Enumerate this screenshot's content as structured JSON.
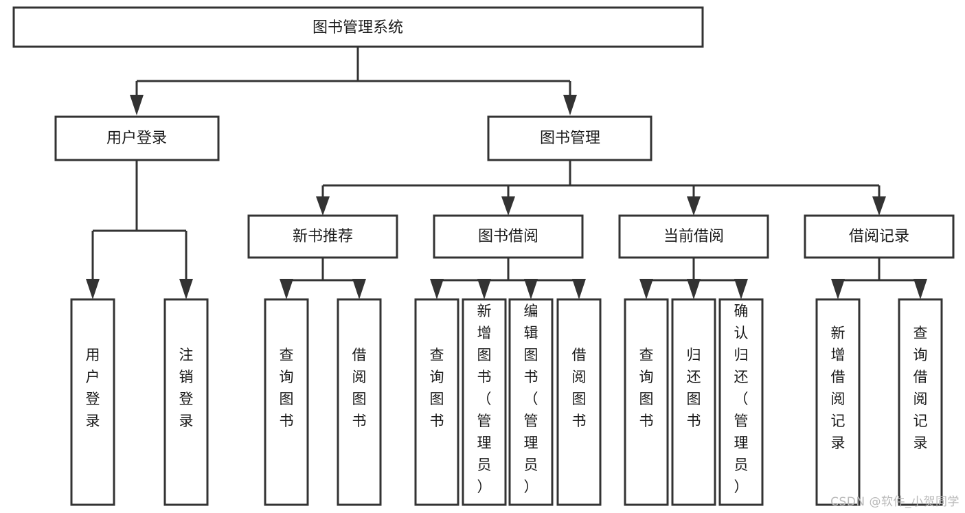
{
  "diagram": {
    "type": "tree-hierarchy-flowchart",
    "title": "图书管理系统",
    "watermark": "CSDN @软件_小贺同学",
    "colors": {
      "stroke": "#333333",
      "fill": "#ffffff",
      "text": "#1a1a1a",
      "watermark": "#b9b9b9"
    },
    "levels": {
      "root": {
        "label": "图书管理系统"
      },
      "level2": [
        {
          "label": "用户登录"
        },
        {
          "label": "图书管理"
        }
      ],
      "level3": [
        {
          "label": "新书推荐"
        },
        {
          "label": "图书借阅"
        },
        {
          "label": "当前借阅"
        },
        {
          "label": "借阅记录"
        }
      ],
      "leaves": {
        "user_login": [
          {
            "label": "用户登录"
          },
          {
            "label": "注销登录"
          }
        ],
        "new_book_recommend": [
          {
            "label": "查询图书"
          },
          {
            "label": "借阅图书"
          }
        ],
        "book_borrow": [
          {
            "label": "查询图书"
          },
          {
            "label": "新增图书（管理员）"
          },
          {
            "label": "编辑图书（管理员）"
          },
          {
            "label": "借阅图书"
          }
        ],
        "current_borrow": [
          {
            "label": "查询图书"
          },
          {
            "label": "归还图书"
          },
          {
            "label": "确认归还（管理员）"
          }
        ],
        "borrow_record": [
          {
            "label": "新增借阅记录"
          },
          {
            "label": "查询借阅记录"
          }
        ]
      }
    }
  }
}
